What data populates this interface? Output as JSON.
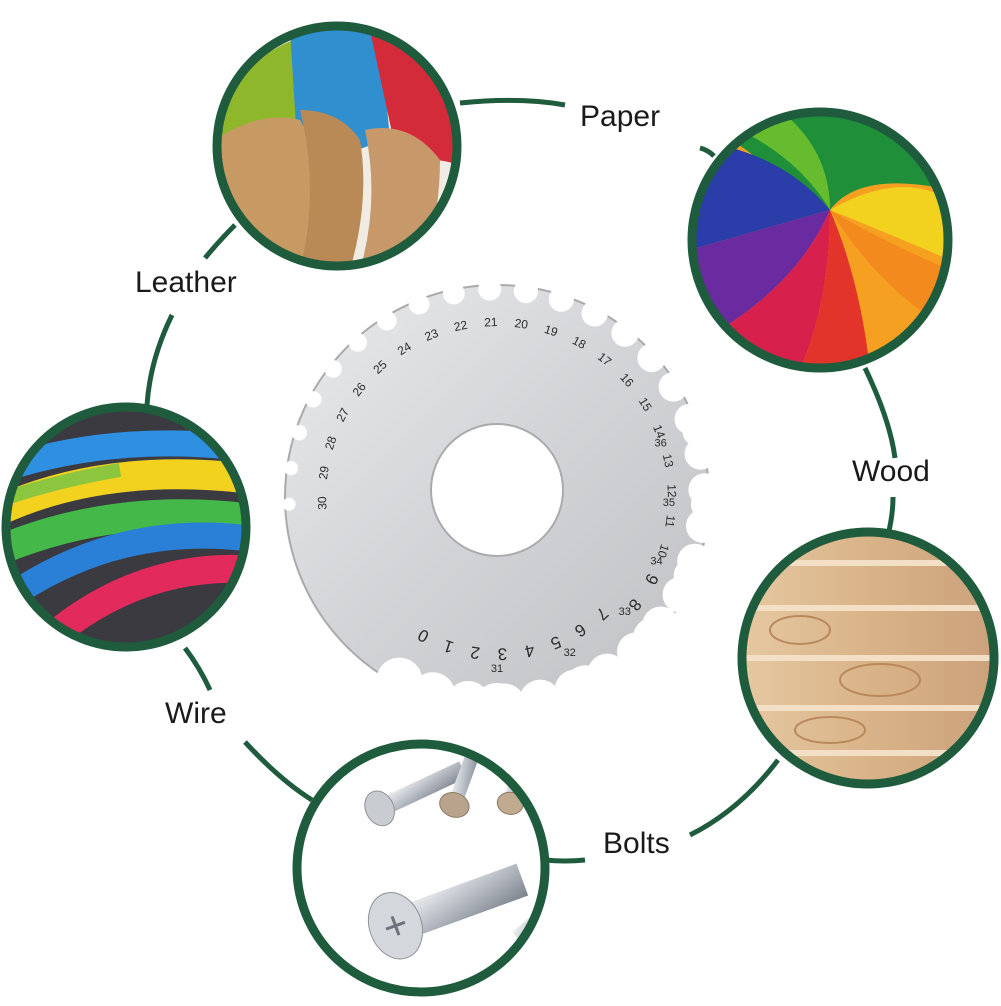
{
  "labels": {
    "paper": "Paper",
    "leather": "Leather",
    "wood": "Wood",
    "wire": "Wire",
    "bolts": "Bolts"
  },
  "gauge": {
    "outer_numbers": [
      "0",
      "1",
      "2",
      "3",
      "4",
      "5",
      "6",
      "7",
      "8",
      "9",
      "10",
      "11",
      "12",
      "13",
      "14",
      "15",
      "16",
      "17",
      "18",
      "19",
      "20",
      "21",
      "22",
      "23",
      "24",
      "25",
      "26",
      "27",
      "28",
      "29",
      "30"
    ],
    "slot_numbers": [
      "31",
      "32",
      "33",
      "34",
      "35",
      "36"
    ]
  },
  "colors": {
    "ring_green": "#1f5c3e",
    "plate": "#d7d8da",
    "plate_edge": "#a9aaad"
  },
  "icons": {
    "leather": "leather-swatches-photo",
    "paper": "rainbow-paper-swirl-photo",
    "wood": "plywood-stack-photo",
    "wire": "colored-cables-photo",
    "bolts": "steel-screws-photo"
  }
}
